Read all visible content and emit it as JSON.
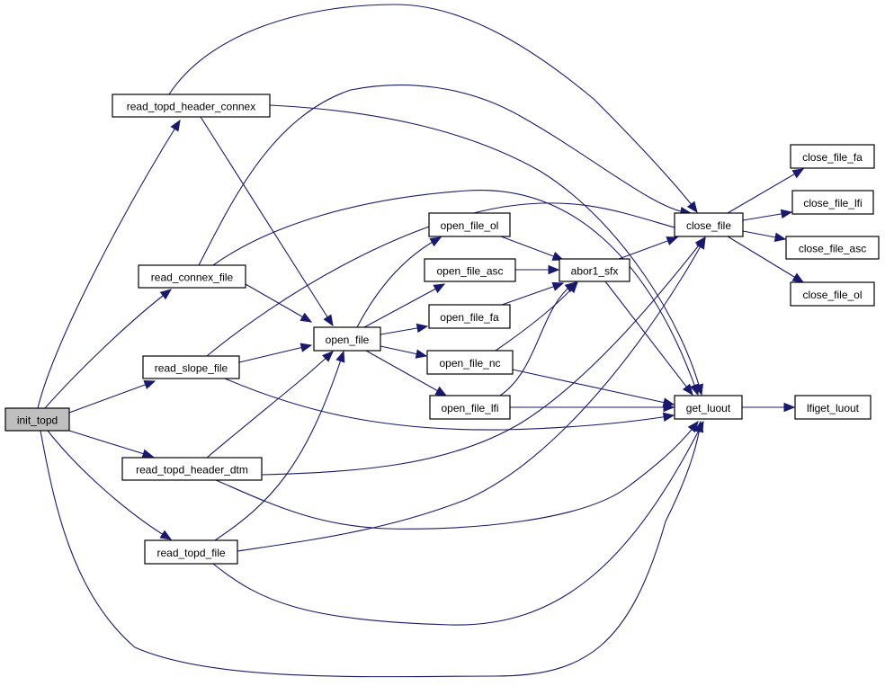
{
  "title": "init_topd call graph",
  "colors": {
    "edge": "#191970",
    "root_fill": "#bfbfbf",
    "node_fill": "#ffffff",
    "node_border": "#000000"
  },
  "nodes": [
    {
      "id": "init_topd",
      "label": "init_topd",
      "root": true
    },
    {
      "id": "read_topd_header_connex",
      "label": "read_topd_header_connex"
    },
    {
      "id": "read_connex_file",
      "label": "read_connex_file"
    },
    {
      "id": "read_slope_file",
      "label": "read_slope_file"
    },
    {
      "id": "read_topd_header_dtm",
      "label": "read_topd_header_dtm"
    },
    {
      "id": "read_topd_file",
      "label": "read_topd_file"
    },
    {
      "id": "open_file",
      "label": "open_file"
    },
    {
      "id": "open_file_ol",
      "label": "open_file_ol"
    },
    {
      "id": "open_file_asc",
      "label": "open_file_asc"
    },
    {
      "id": "open_file_fa",
      "label": "open_file_fa"
    },
    {
      "id": "open_file_nc",
      "label": "open_file_nc"
    },
    {
      "id": "open_file_lfi",
      "label": "open_file_lfi"
    },
    {
      "id": "abor1_sfx",
      "label": "abor1_sfx"
    },
    {
      "id": "close_file",
      "label": "close_file"
    },
    {
      "id": "get_luout",
      "label": "get_luout"
    },
    {
      "id": "close_file_fa",
      "label": "close_file_fa"
    },
    {
      "id": "close_file_lfi",
      "label": "close_file_lfi"
    },
    {
      "id": "close_file_asc",
      "label": "close_file_asc"
    },
    {
      "id": "close_file_ol",
      "label": "close_file_ol"
    },
    {
      "id": "lfiget_luout",
      "label": "lfiget_luout"
    }
  ],
  "edges": [
    {
      "from": "init_topd",
      "to": "read_topd_header_connex"
    },
    {
      "from": "init_topd",
      "to": "read_connex_file"
    },
    {
      "from": "init_topd",
      "to": "read_slope_file"
    },
    {
      "from": "init_topd",
      "to": "read_topd_header_dtm"
    },
    {
      "from": "init_topd",
      "to": "read_topd_file"
    },
    {
      "from": "init_topd",
      "to": "get_luout"
    },
    {
      "from": "read_topd_header_connex",
      "to": "close_file"
    },
    {
      "from": "read_topd_header_connex",
      "to": "get_luout"
    },
    {
      "from": "read_topd_header_connex",
      "to": "open_file"
    },
    {
      "from": "read_connex_file",
      "to": "close_file"
    },
    {
      "from": "read_connex_file",
      "to": "get_luout"
    },
    {
      "from": "read_connex_file",
      "to": "open_file"
    },
    {
      "from": "read_slope_file",
      "to": "close_file"
    },
    {
      "from": "read_slope_file",
      "to": "get_luout"
    },
    {
      "from": "read_slope_file",
      "to": "open_file"
    },
    {
      "from": "read_topd_header_dtm",
      "to": "close_file"
    },
    {
      "from": "read_topd_header_dtm",
      "to": "get_luout"
    },
    {
      "from": "read_topd_header_dtm",
      "to": "open_file"
    },
    {
      "from": "read_topd_file",
      "to": "close_file"
    },
    {
      "from": "read_topd_file",
      "to": "get_luout"
    },
    {
      "from": "read_topd_file",
      "to": "open_file"
    },
    {
      "from": "open_file",
      "to": "open_file_ol"
    },
    {
      "from": "open_file",
      "to": "open_file_asc"
    },
    {
      "from": "open_file",
      "to": "open_file_fa"
    },
    {
      "from": "open_file",
      "to": "open_file_nc"
    },
    {
      "from": "open_file",
      "to": "open_file_lfi"
    },
    {
      "from": "open_file_ol",
      "to": "abor1_sfx"
    },
    {
      "from": "open_file_asc",
      "to": "abor1_sfx"
    },
    {
      "from": "open_file_fa",
      "to": "abor1_sfx"
    },
    {
      "from": "open_file_nc",
      "to": "abor1_sfx"
    },
    {
      "from": "open_file_nc",
      "to": "get_luout"
    },
    {
      "from": "open_file_lfi",
      "to": "abor1_sfx"
    },
    {
      "from": "open_file_lfi",
      "to": "get_luout"
    },
    {
      "from": "abor1_sfx",
      "to": "close_file"
    },
    {
      "from": "abor1_sfx",
      "to": "get_luout"
    },
    {
      "from": "close_file",
      "to": "close_file_fa"
    },
    {
      "from": "close_file",
      "to": "close_file_lfi"
    },
    {
      "from": "close_file",
      "to": "close_file_asc"
    },
    {
      "from": "close_file",
      "to": "close_file_ol"
    },
    {
      "from": "get_luout",
      "to": "lfiget_luout"
    }
  ]
}
